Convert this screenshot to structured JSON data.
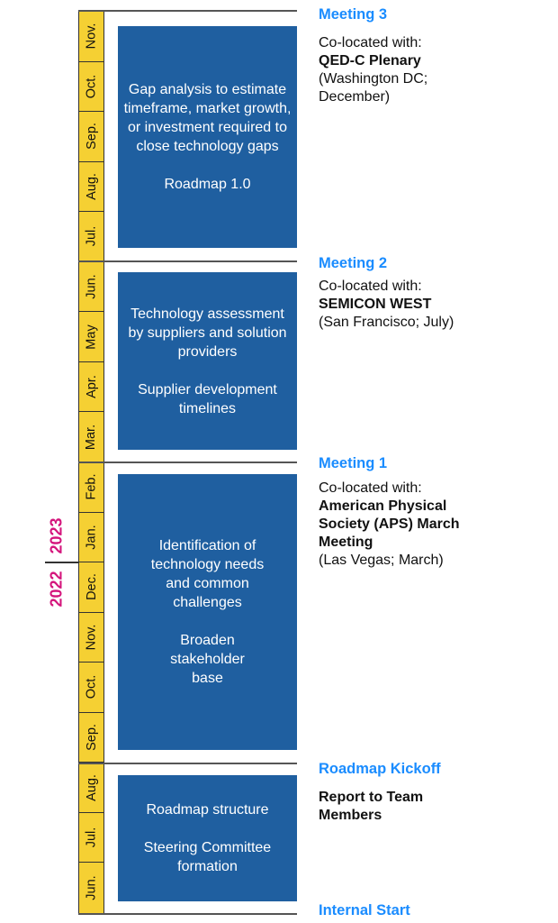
{
  "colors": {
    "phase_box": "#1f5fa0",
    "month_band": "#f5d033",
    "year_label": "#d4157c",
    "milestone_title": "#1a8cff"
  },
  "timeline": {
    "months_top_to_bottom": [
      "Nov.",
      "Oct.",
      "Sep.",
      "Aug.",
      "Jul.",
      "Jun.",
      "May",
      "Apr.",
      "Mar.",
      "Feb.",
      "Jan.",
      "Dec.",
      "Nov.",
      "Oct.",
      "Sep.",
      "Aug.",
      "Jul.",
      "Jun."
    ],
    "year_upper": "2023",
    "year_lower": "2022"
  },
  "phases": [
    {
      "paragraphs": [
        "Gap analysis to estimate timeframe, market growth, or investment required to close technology gaps",
        "Roadmap 1.0"
      ]
    },
    {
      "paragraphs": [
        "Technology assessment by suppliers and solution providers",
        "Supplier development timelines"
      ]
    },
    {
      "paragraphs": [
        "Identification of technology needs and common challenges",
        "Broaden stakeholder base"
      ]
    },
    {
      "paragraphs": [
        "Roadmap structure",
        "Steering Committee formation"
      ]
    }
  ],
  "milestones": [
    {
      "title": "Meeting 3",
      "intro": "Co-located with:",
      "event": "QED-C Plenary",
      "detail": "(Washington DC; December)"
    },
    {
      "title": "Meeting 2",
      "intro": "Co-located with:",
      "event": "SEMICON WEST",
      "detail": "(San Francisco; July)"
    },
    {
      "title": "Meeting 1",
      "intro": "Co-located with:",
      "event": "American Physical Society (APS) March Meeting",
      "detail": "(Las Vegas; March)"
    },
    {
      "title": "Roadmap Kickoff",
      "event": "Report to Team Members"
    },
    {
      "title": "Internal Start"
    }
  ]
}
